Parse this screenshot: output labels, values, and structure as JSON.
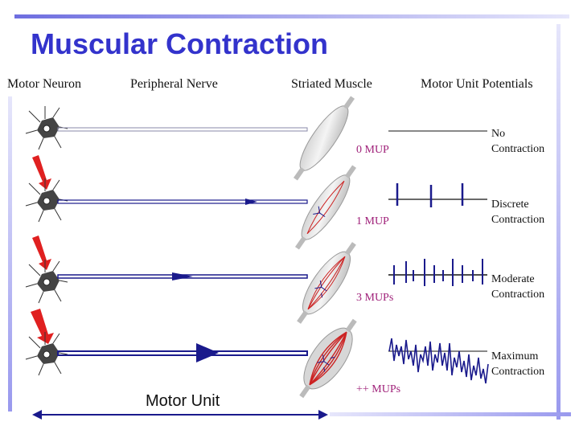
{
  "title": "Muscular Contraction",
  "columns": [
    "Motor Neuron",
    "Peripheral Nerve",
    "Striated Muscle",
    "Motor Unit Potentials"
  ],
  "rows": [
    {
      "mup": "0 MUP",
      "state_line1": "No",
      "state_line2": "Contraction"
    },
    {
      "mup": "1 MUP",
      "state_line1": "Discrete",
      "state_line2": "Contraction"
    },
    {
      "mup": "3 MUPs",
      "state_line1": "Moderate",
      "state_line2": "Contraction"
    },
    {
      "mup": "++ MUPs",
      "state_line1": "Maximum",
      "state_line2": "Contraction"
    }
  ],
  "motor_unit_label": "Motor Unit",
  "colors": {
    "title": "#3333cc",
    "accent_bar": "#9999ee",
    "nerve": "#1a1a8c",
    "arrow": "#e02020",
    "muscle_fiber": "#cc2222",
    "mup_label": "#a0227a"
  }
}
